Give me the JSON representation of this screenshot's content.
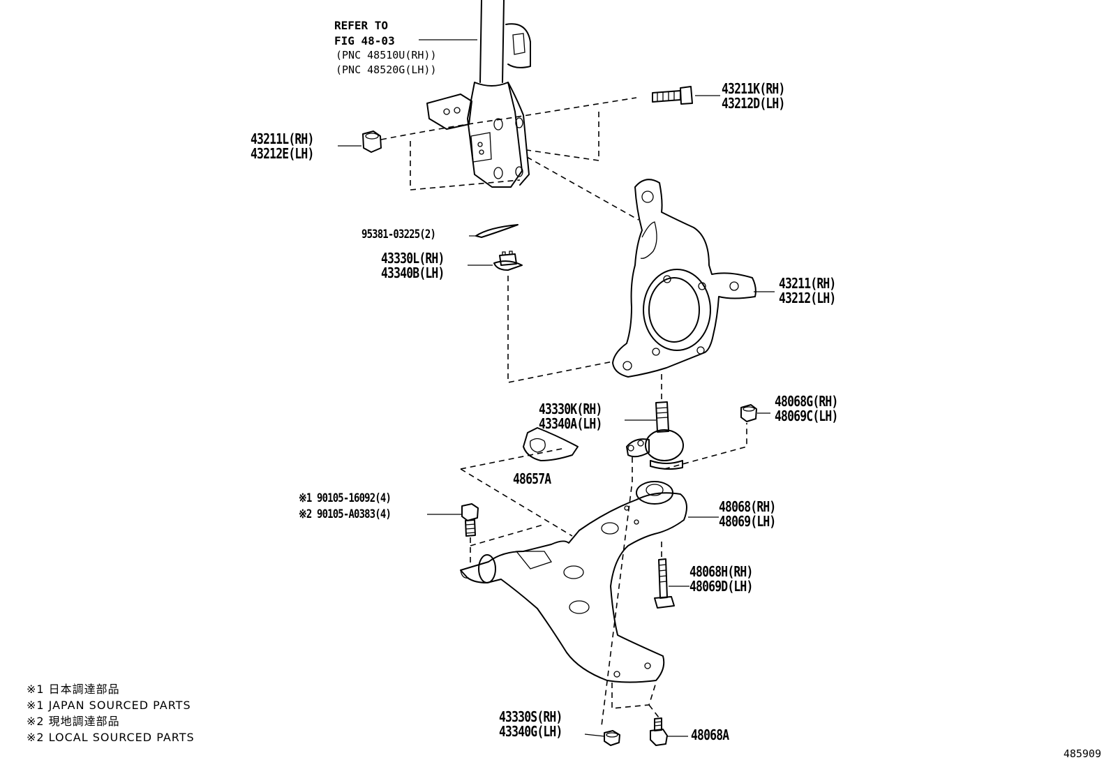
{
  "refer": {
    "line1": "REFER TO",
    "line2": "FIG 48-03",
    "line3": "(PNC 48510U(RH))",
    "line4": "(PNC 48520G(LH))"
  },
  "labels": {
    "bolt_upper": [
      "43211K(RH)",
      "43212D(LH)"
    ],
    "nut_upper": [
      "43211L(RH)",
      "43212E(LH)"
    ],
    "cotter_pin": "95381-03225(2)",
    "castle_nut": [
      "43330L(RH)",
      "43340B(LH)"
    ],
    "knuckle": [
      "43211(RH)",
      "43212(LH)"
    ],
    "ball_joint": [
      "43330K(RH)",
      "43340A(LH)"
    ],
    "nut_arm": [
      "48068G(RH)",
      "48069C(LH)"
    ],
    "bracket": "48657A",
    "bolt_bracket": [
      "※1 90105-16092(4)",
      "※2 90105-A0383(4)"
    ],
    "lower_arm": [
      "48068(RH)",
      "48069(LH)"
    ],
    "bolt_arm": [
      "48068H(RH)",
      "48069D(LH)"
    ],
    "nut_lower": [
      "43330S(RH)",
      "43340G(LH)"
    ],
    "bolt_lower": "48068A"
  },
  "notes": [
    "※1 日本調達部品",
    "※1 JAPAN SOURCED PARTS",
    "※2 現地調達部品",
    "※2 LOCAL SOURCED PARTS"
  ],
  "figure_number": "485909"
}
